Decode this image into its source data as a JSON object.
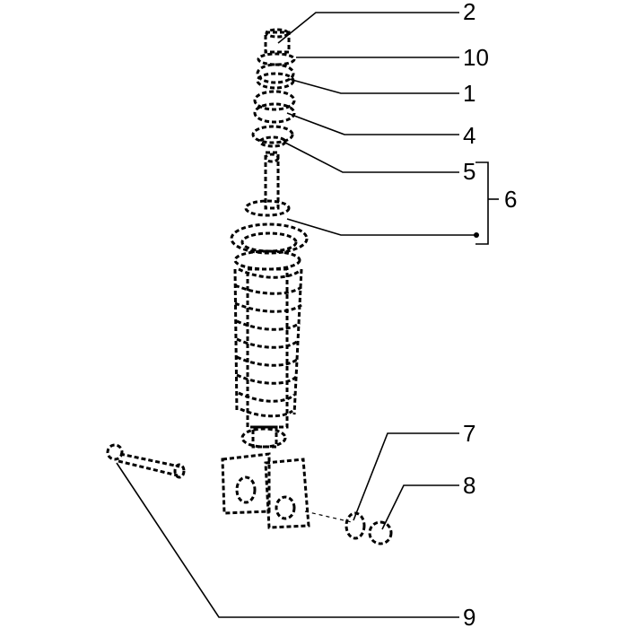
{
  "diagram": {
    "callouts": [
      {
        "id": "c2",
        "label": "2"
      },
      {
        "id": "c10",
        "label": "10"
      },
      {
        "id": "c1",
        "label": "1"
      },
      {
        "id": "c4",
        "label": "4"
      },
      {
        "id": "c5",
        "label": "5"
      },
      {
        "id": "c6",
        "label": "6"
      },
      {
        "id": "c7",
        "label": "7"
      },
      {
        "id": "c8",
        "label": "8"
      },
      {
        "id": "c9",
        "label": "9"
      }
    ]
  }
}
